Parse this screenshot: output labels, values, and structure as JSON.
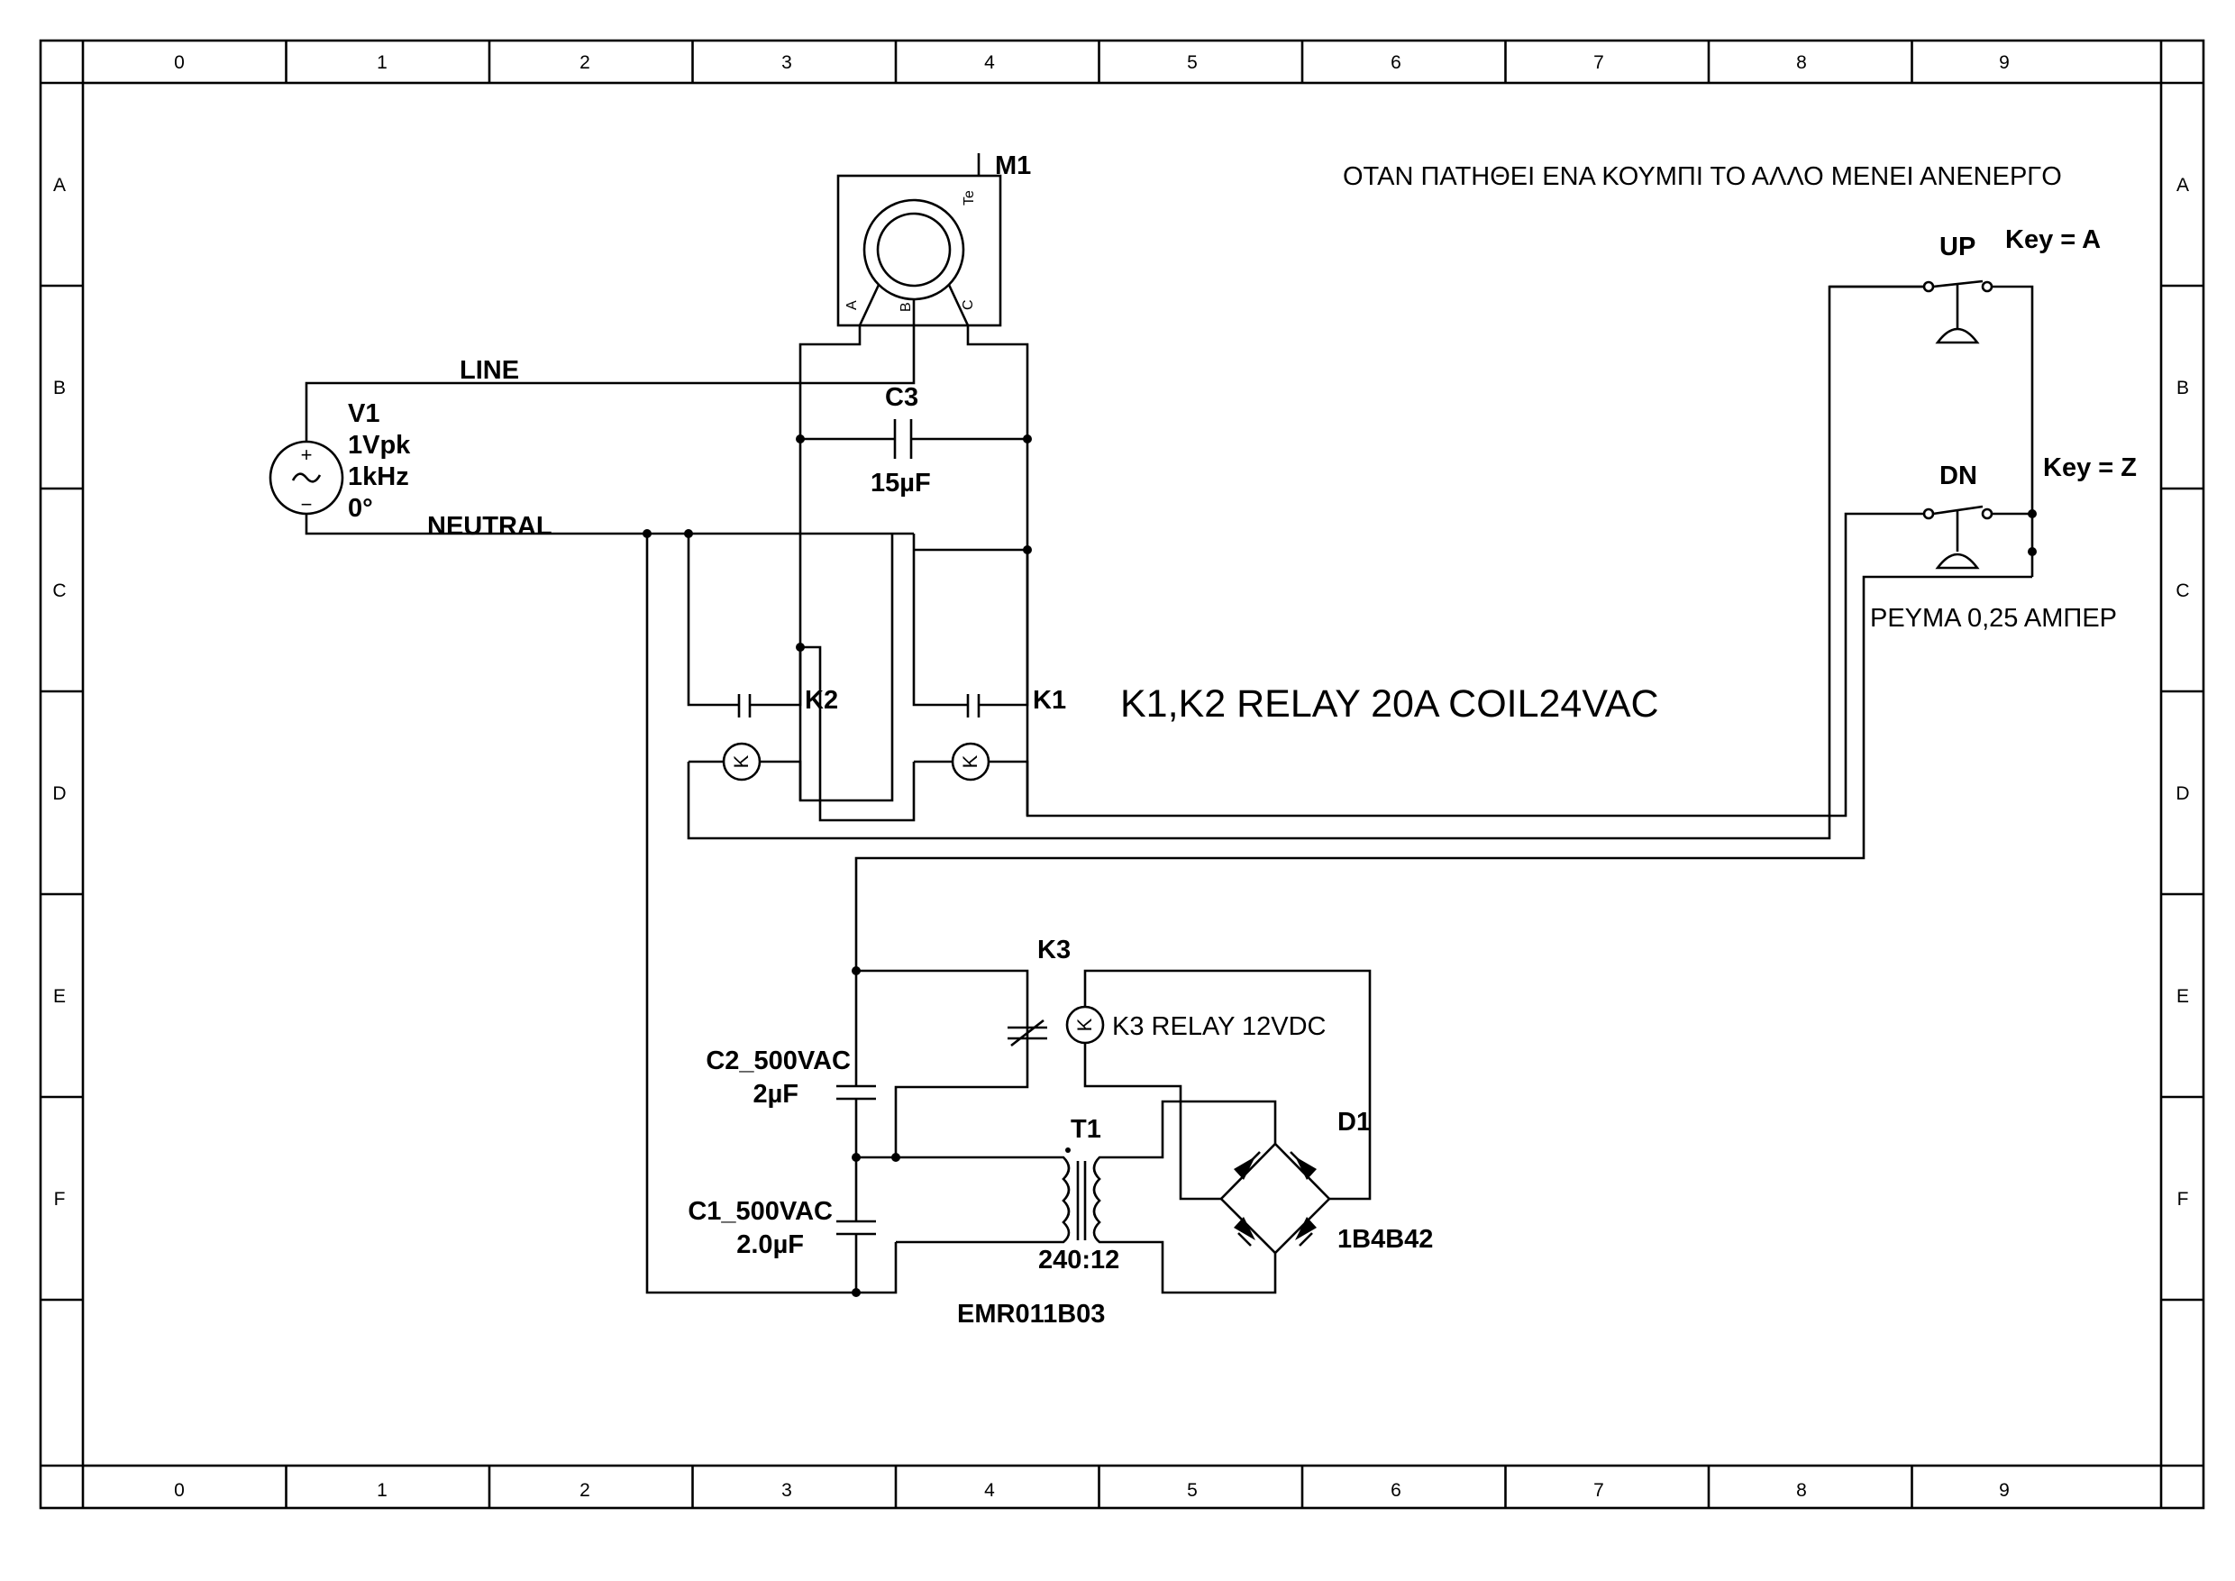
{
  "grid": {
    "columns": [
      "0",
      "1",
      "2",
      "3",
      "4",
      "5",
      "6",
      "7",
      "8",
      "9"
    ],
    "rows": [
      "A",
      "B",
      "C",
      "D",
      "E",
      "F",
      ""
    ]
  },
  "motor": {
    "ref": "M1",
    "pins": [
      "A",
      "B",
      "C"
    ],
    "te": "Te"
  },
  "source": {
    "ref": "V1",
    "amplitude": "1Vpk",
    "frequency": "1kHz",
    "phase": "0°",
    "plus": "+",
    "minus": "−"
  },
  "nets": {
    "line": "LINE",
    "neutral": "NEUTRAL"
  },
  "c3": {
    "ref": "C3",
    "value": "15µF"
  },
  "relays": {
    "k1": "K1",
    "k2": "K2",
    "k3": "K3",
    "coil_symbol": "K"
  },
  "notes": {
    "interlock": "ΟΤΑΝ ΠΑΤΗΘΕΙ ΕΝΑ ΚΟΥΜΠΙ ΤΟ ΑΛΛΟ ΜΕΝΕΙ ΑΝΕΝΕΡΓΟ",
    "relay_spec": "K1,K2  RELAY  20A  COIL24VAC",
    "current": "ΡΕΥΜΑ 0,25 ΑΜΠΕΡ",
    "k3_spec": "K3 RELAY 12VDC"
  },
  "switches": {
    "up": {
      "ref": "UP",
      "key": "Key = A"
    },
    "dn": {
      "ref": "DN",
      "key": "Key = Z"
    }
  },
  "c2": {
    "ref": "C2_500VAC",
    "value": "2µF"
  },
  "c1": {
    "ref": "C1_500VAC",
    "value": "2.0µF"
  },
  "t1": {
    "ref": "T1",
    "ratio": "240:12",
    "part": "EMR011B03"
  },
  "d1": {
    "ref": "D1",
    "part": "1B4B42"
  }
}
